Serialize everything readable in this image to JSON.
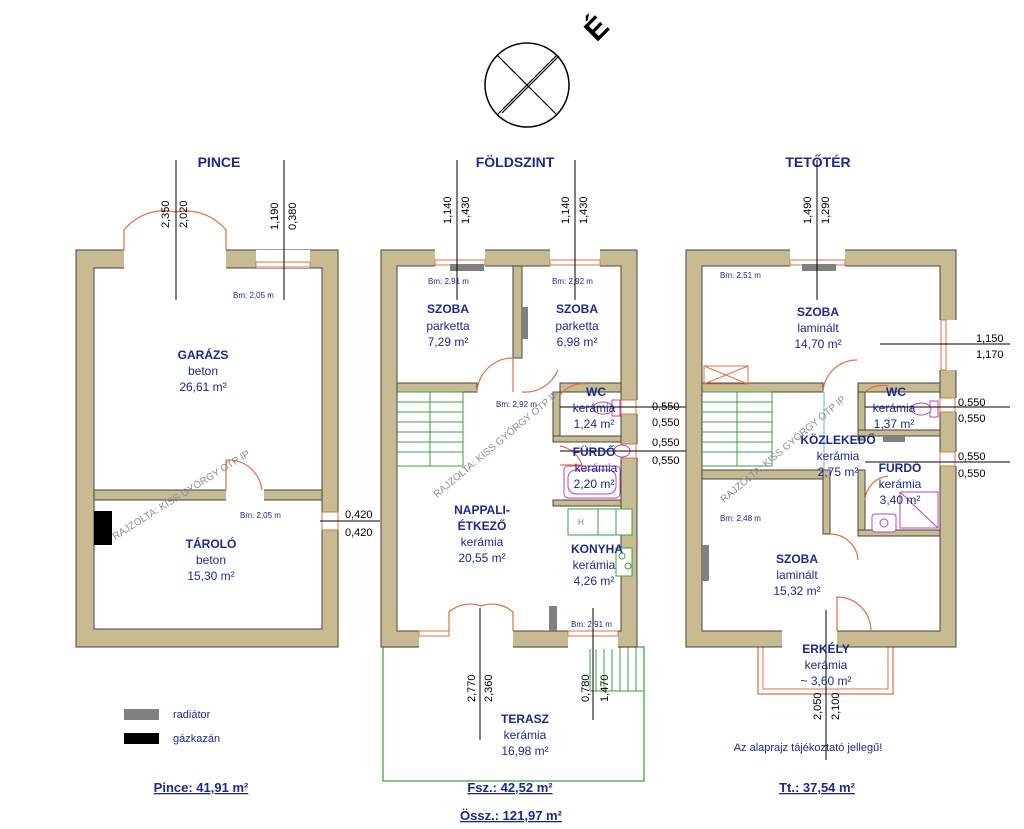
{
  "colors": {
    "wall": "#c8bb91",
    "wall_edge": "#444444",
    "door": "#e07040",
    "text": "#1a2a8c",
    "terrace": "#3aa03a",
    "radiator": "#808080",
    "boiler": "#000000"
  },
  "compass": {
    "icon": "compass-icon",
    "letter": "É"
  },
  "floors": {
    "pince": {
      "title": "PINCE",
      "rooms": {
        "garazs": {
          "name": "GARÁZS",
          "floor": "beton",
          "area": "26,61 m²",
          "bm": "Bm: 2,05 m"
        },
        "tarolo": {
          "name": "TÁROLÓ",
          "floor": "beton",
          "area": "15,30 m²",
          "bm": "Bm: 2,05 m"
        }
      },
      "dims": {
        "d1": "2,350",
        "d2": "2,020",
        "d3": "1,190",
        "d4": "0,380",
        "d5": "0,420",
        "d6": "0,420"
      }
    },
    "foldszint": {
      "title": "FÖLDSZINT",
      "rooms": {
        "szoba1": {
          "name": "SZOBA",
          "floor": "parketta",
          "area": "7,29 m²",
          "bm": "Bm: 2,91 m"
        },
        "szoba2": {
          "name": "SZOBA",
          "floor": "parketta",
          "area": "6,98 m²",
          "bm": "Bm: 2,92 m"
        },
        "wc": {
          "name": "WC",
          "floor": "kerámia",
          "area": "1,24 m²"
        },
        "furdo": {
          "name": "FÜRDŐ",
          "floor": "kerámia",
          "area": "2,20 m²"
        },
        "nappali": {
          "name1": "NAPPALI-",
          "name2": "ÉTKEZŐ",
          "floor": "kerámia",
          "area": "20,55 m²",
          "bm": "Bm: 2,92 m"
        },
        "konyha": {
          "name": "KONYHA",
          "floor": "kerámia",
          "area": "4,26 m²",
          "bm": "Bm: 2,91 m"
        },
        "terasz": {
          "name": "TERASZ",
          "floor": "kerámia",
          "area": "16,98 m²"
        }
      },
      "dims": {
        "d1": "1,140",
        "d2": "1,430",
        "d3": "1,140",
        "d4": "1,430",
        "d5": "0,550",
        "d6": "0,550",
        "d7": "0,550",
        "d8": "0,550",
        "d9": "2,770",
        "d10": "2,360",
        "d11": "0,780",
        "d12": "1,470"
      }
    },
    "tetoter": {
      "title": "TETŐTÉR",
      "rooms": {
        "szoba1": {
          "name": "SZOBA",
          "floor": "laminált",
          "area": "14,70 m²",
          "bm": "Bm: 2,51 m"
        },
        "wc": {
          "name": "WC",
          "floor": "kerámia",
          "area": "1,37 m²"
        },
        "kozlekedo": {
          "name": "KÖZLEKEDŐ",
          "floor": "kerámia",
          "area": "2,75 m²"
        },
        "furdo": {
          "name": "FÜRDŐ",
          "floor": "kerámia",
          "area": "3,40 m²"
        },
        "szoba2": {
          "name": "SZOBA",
          "floor": "laminált",
          "area": "15,32 m²",
          "bm": "Bm: 2,48 m"
        },
        "erkely": {
          "name": "ERKÉLY",
          "floor": "kerámia",
          "area": "~ 3,60 m²"
        }
      },
      "dims": {
        "d1": "1,490",
        "d2": "1,290",
        "d3": "1,150",
        "d4": "1,170",
        "d5": "0,550",
        "d6": "0,550",
        "d7": "0,550",
        "d8": "0,550",
        "d9": "2,050",
        "d10": "2,100"
      }
    }
  },
  "watermark": "RAJZOLTA: KISS GYÖRGY OTP IP",
  "legend": {
    "radiator": "radiátor",
    "boiler": "gázkazán"
  },
  "note": "Az alaprajz tájékoztató jellegű!",
  "totals": {
    "pince": "Pince: 41,91 m²",
    "fsz": "Fsz.: 42,52 m²",
    "ossz": "Össz.: 121,97 m²",
    "tt": "Tt.: 37,54 m²"
  }
}
